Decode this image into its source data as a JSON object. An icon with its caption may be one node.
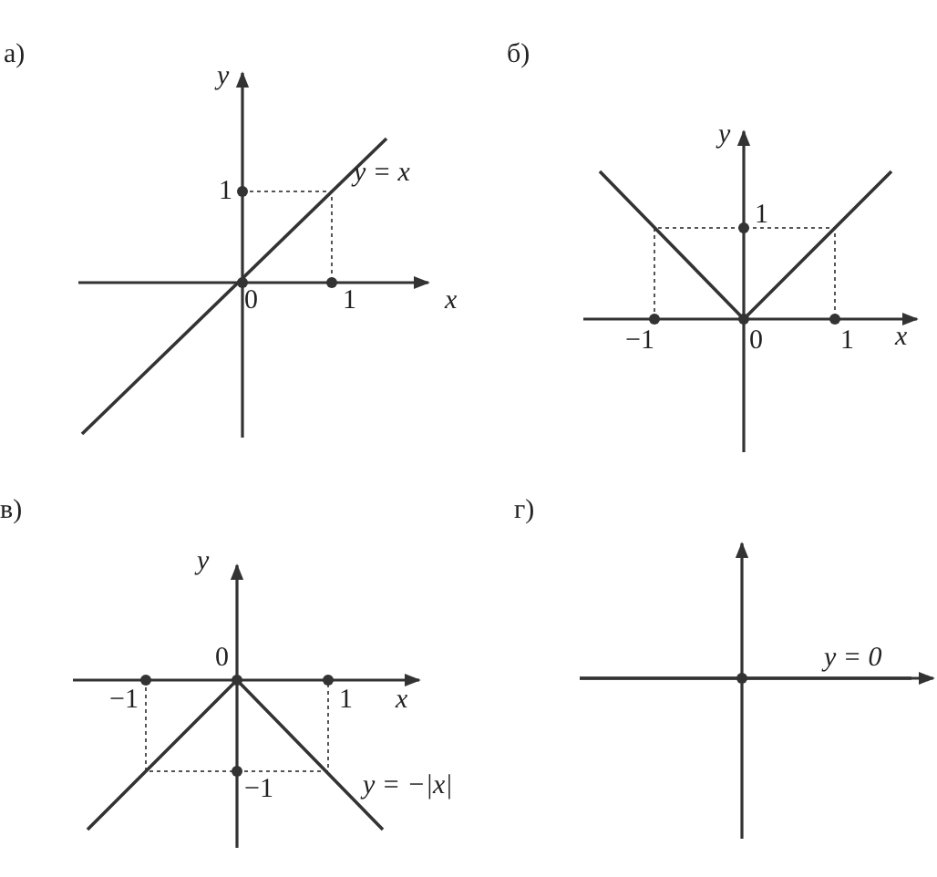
{
  "diagram": {
    "labels": [
      "а)",
      "y",
      "1",
      "y = x",
      "0",
      "1",
      "x",
      "б)",
      "y",
      "1",
      "−1",
      "0",
      "1",
      "x",
      "в)",
      "y",
      "0",
      "−1",
      "1",
      "x",
      "−1",
      "y = −|x|",
      "г)",
      "y = 0"
    ]
  }
}
